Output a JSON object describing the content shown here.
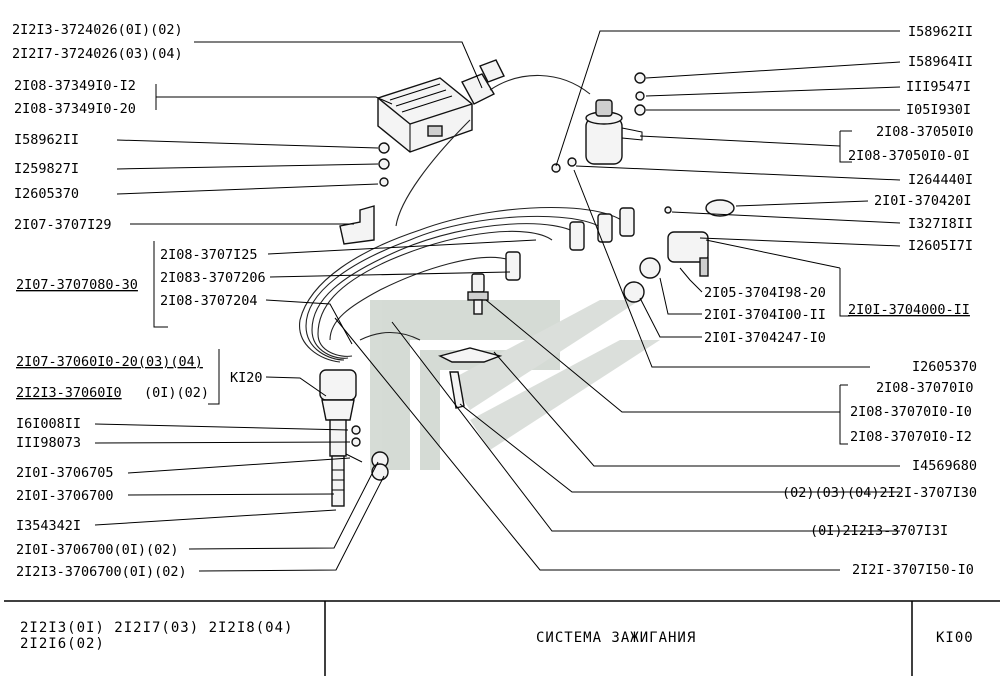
{
  "callouts_left": [
    {
      "id": "c01",
      "text": "2I2I3-3724026(0I)(02)"
    },
    {
      "id": "c02",
      "text": "2I2I7-3724026(03)(04)"
    },
    {
      "id": "c03",
      "text": "2I08-37349I0-I2"
    },
    {
      "id": "c04",
      "text": "2I08-37349I0-20"
    },
    {
      "id": "c05",
      "text": "I58962II"
    },
    {
      "id": "c06",
      "text": "I259827I"
    },
    {
      "id": "c07",
      "text": "I2605370"
    },
    {
      "id": "c08",
      "text": "2I07-3707I29"
    },
    {
      "id": "c09",
      "text": "2I08-3707I25"
    },
    {
      "id": "c10",
      "text": "2I07-3707080-30"
    },
    {
      "id": "c11",
      "text": "2I083-3707206"
    },
    {
      "id": "c12",
      "text": "2I08-3707204"
    },
    {
      "id": "c13",
      "text": "2I07-37060I0-20(03)(04)"
    },
    {
      "id": "c14",
      "text": "2I2I3-37060I0"
    },
    {
      "id": "c15",
      "text": "(0I)(02)"
    },
    {
      "id": "c16",
      "text": "KI20"
    },
    {
      "id": "c17",
      "text": "I6I008II"
    },
    {
      "id": "c18",
      "text": "III98073"
    },
    {
      "id": "c19",
      "text": "2I0I-3706705"
    },
    {
      "id": "c20",
      "text": "2I0I-3706700"
    },
    {
      "id": "c21",
      "text": "I354342I"
    },
    {
      "id": "c22",
      "text": "2I0I-3706700(0I)(02)"
    },
    {
      "id": "c23",
      "text": "2I2I3-3706700(0I)(02)"
    }
  ],
  "callouts_right": [
    {
      "id": "r01",
      "text": "I58962II"
    },
    {
      "id": "r02",
      "text": "I58964II"
    },
    {
      "id": "r03",
      "text": "III9547I"
    },
    {
      "id": "r04",
      "text": "I05I930I"
    },
    {
      "id": "r05",
      "text": "2I08-37050I0"
    },
    {
      "id": "r06",
      "text": "2I08-37050I0-0I"
    },
    {
      "id": "r07",
      "text": "I264440I"
    },
    {
      "id": "r08",
      "text": "2I0I-370420I"
    },
    {
      "id": "r09",
      "text": "I327I8II"
    },
    {
      "id": "r10",
      "text": "I2605I7I"
    },
    {
      "id": "r11",
      "text": "2I05-3704I98-20"
    },
    {
      "id": "r12",
      "text": "2I0I-3704000-II"
    },
    {
      "id": "r13",
      "text": "2I0I-3704I00-II"
    },
    {
      "id": "r14",
      "text": "2I0I-3704247-I0"
    },
    {
      "id": "r15",
      "text": "I2605370"
    },
    {
      "id": "r16",
      "text": "2I08-37070I0"
    },
    {
      "id": "r17",
      "text": "2I08-37070I0-I0"
    },
    {
      "id": "r18",
      "text": "2I08-37070I0-I2"
    },
    {
      "id": "r19",
      "text": "I4569680"
    },
    {
      "id": "r20",
      "text": "(02)(03)(04)2I2I-3707I30"
    },
    {
      "id": "r21",
      "text": "(0I)2I2I3-3707I3I"
    },
    {
      "id": "r22",
      "text": "2I2I-3707I50-I0"
    }
  ],
  "footer": {
    "models_line1": "2I2I3(0I)  2I2I7(03)  2I2I8(04)",
    "models_line2": "2I2I6(02)",
    "title": "СИСТЕМА  ЗАЖИГАНИЯ",
    "page_code": "KI00"
  }
}
